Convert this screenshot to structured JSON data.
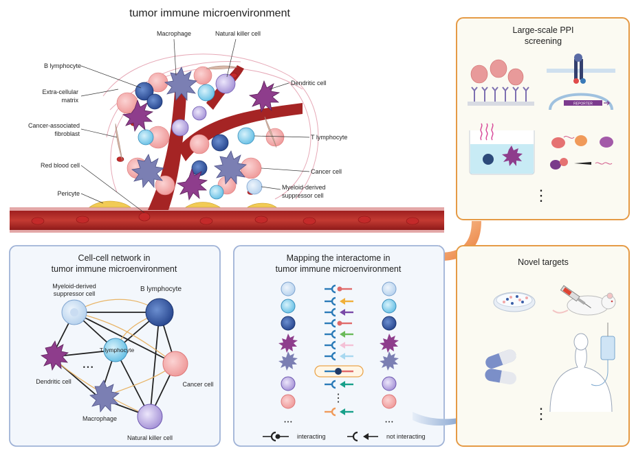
{
  "main_title": "tumor immune microenvironment",
  "tme": {
    "labels": {
      "macrophage": "Macrophage",
      "nk": "Natural killer cell",
      "b": "B lymphocyte",
      "ecm1": "Extra-cellular",
      "ecm2": "matrix",
      "dc": "Dendritic cell",
      "caf1": "Cancer-associated",
      "caf2": "fibroblast",
      "t": "T lymphocyte",
      "rbc": "Red blood cell",
      "cancer": "Cancer cell",
      "mdsc1": "Myeloid-derived",
      "mdsc2": "suppressor cell",
      "pericyte": "Pericyte"
    }
  },
  "ppi": {
    "title1": "Large-scale PPI",
    "title2": "screening",
    "reporter": "REPORTER",
    "dots": "⋮"
  },
  "network": {
    "title1": "Cell-cell network in",
    "title2": "tumor immune microenvironment",
    "mdsc1": "Myeloid-derived",
    "mdsc2": "suppressor cell",
    "b": "B lymphocyte",
    "t": "T lymphocyte",
    "dc": "Dendritic cell",
    "cancer": "Cancer cell",
    "macro": "Macrophage",
    "nk": "Natural killer cell",
    "dots": "• • •"
  },
  "mapping": {
    "title1": "Mapping the interactome in",
    "title2": "tumor immune microenvironment",
    "legend_interacting": "interacting",
    "legend_not": "not interacting",
    "dots": "• • •",
    "vdots": "⋮"
  },
  "novel": {
    "title": "Novel targets",
    "dots": "⋮"
  },
  "colors": {
    "panel_orange": "#e59a45",
    "panel_blue": "#9fb2d6",
    "vessel": "#b52a2a",
    "cancer": "#f2a7a7",
    "t_cell": "#8cd3ee",
    "b_cell": "#3a5ea8",
    "dendritic": "#8e3d8c",
    "macrophage": "#7b7fb3",
    "nk": "#b8a8e0"
  }
}
